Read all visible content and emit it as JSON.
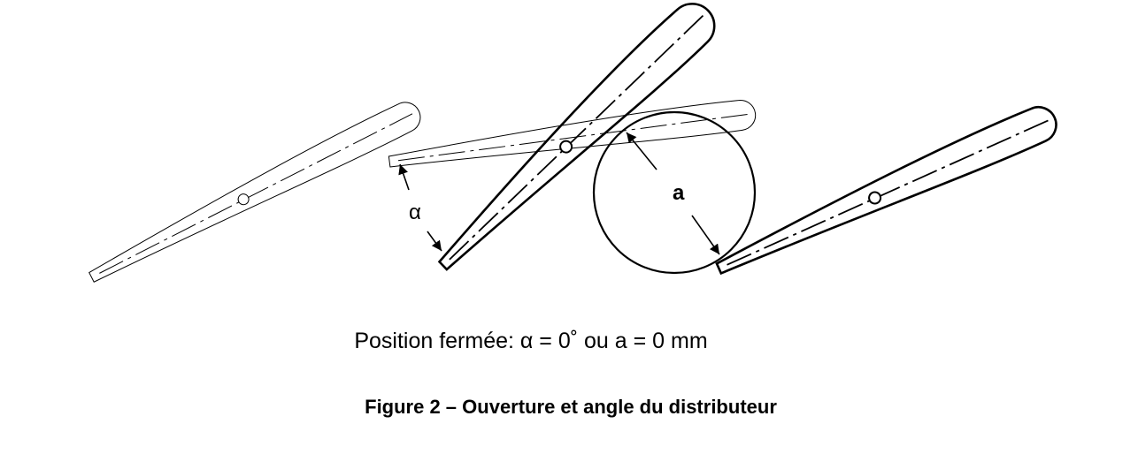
{
  "figure": {
    "labels": {
      "alpha": "α",
      "opening": "a"
    },
    "caption": "Position fermée: α = 0˚ ou a = 0 mm",
    "title": "Figure 2 – Ouverture et angle du distributeur"
  }
}
